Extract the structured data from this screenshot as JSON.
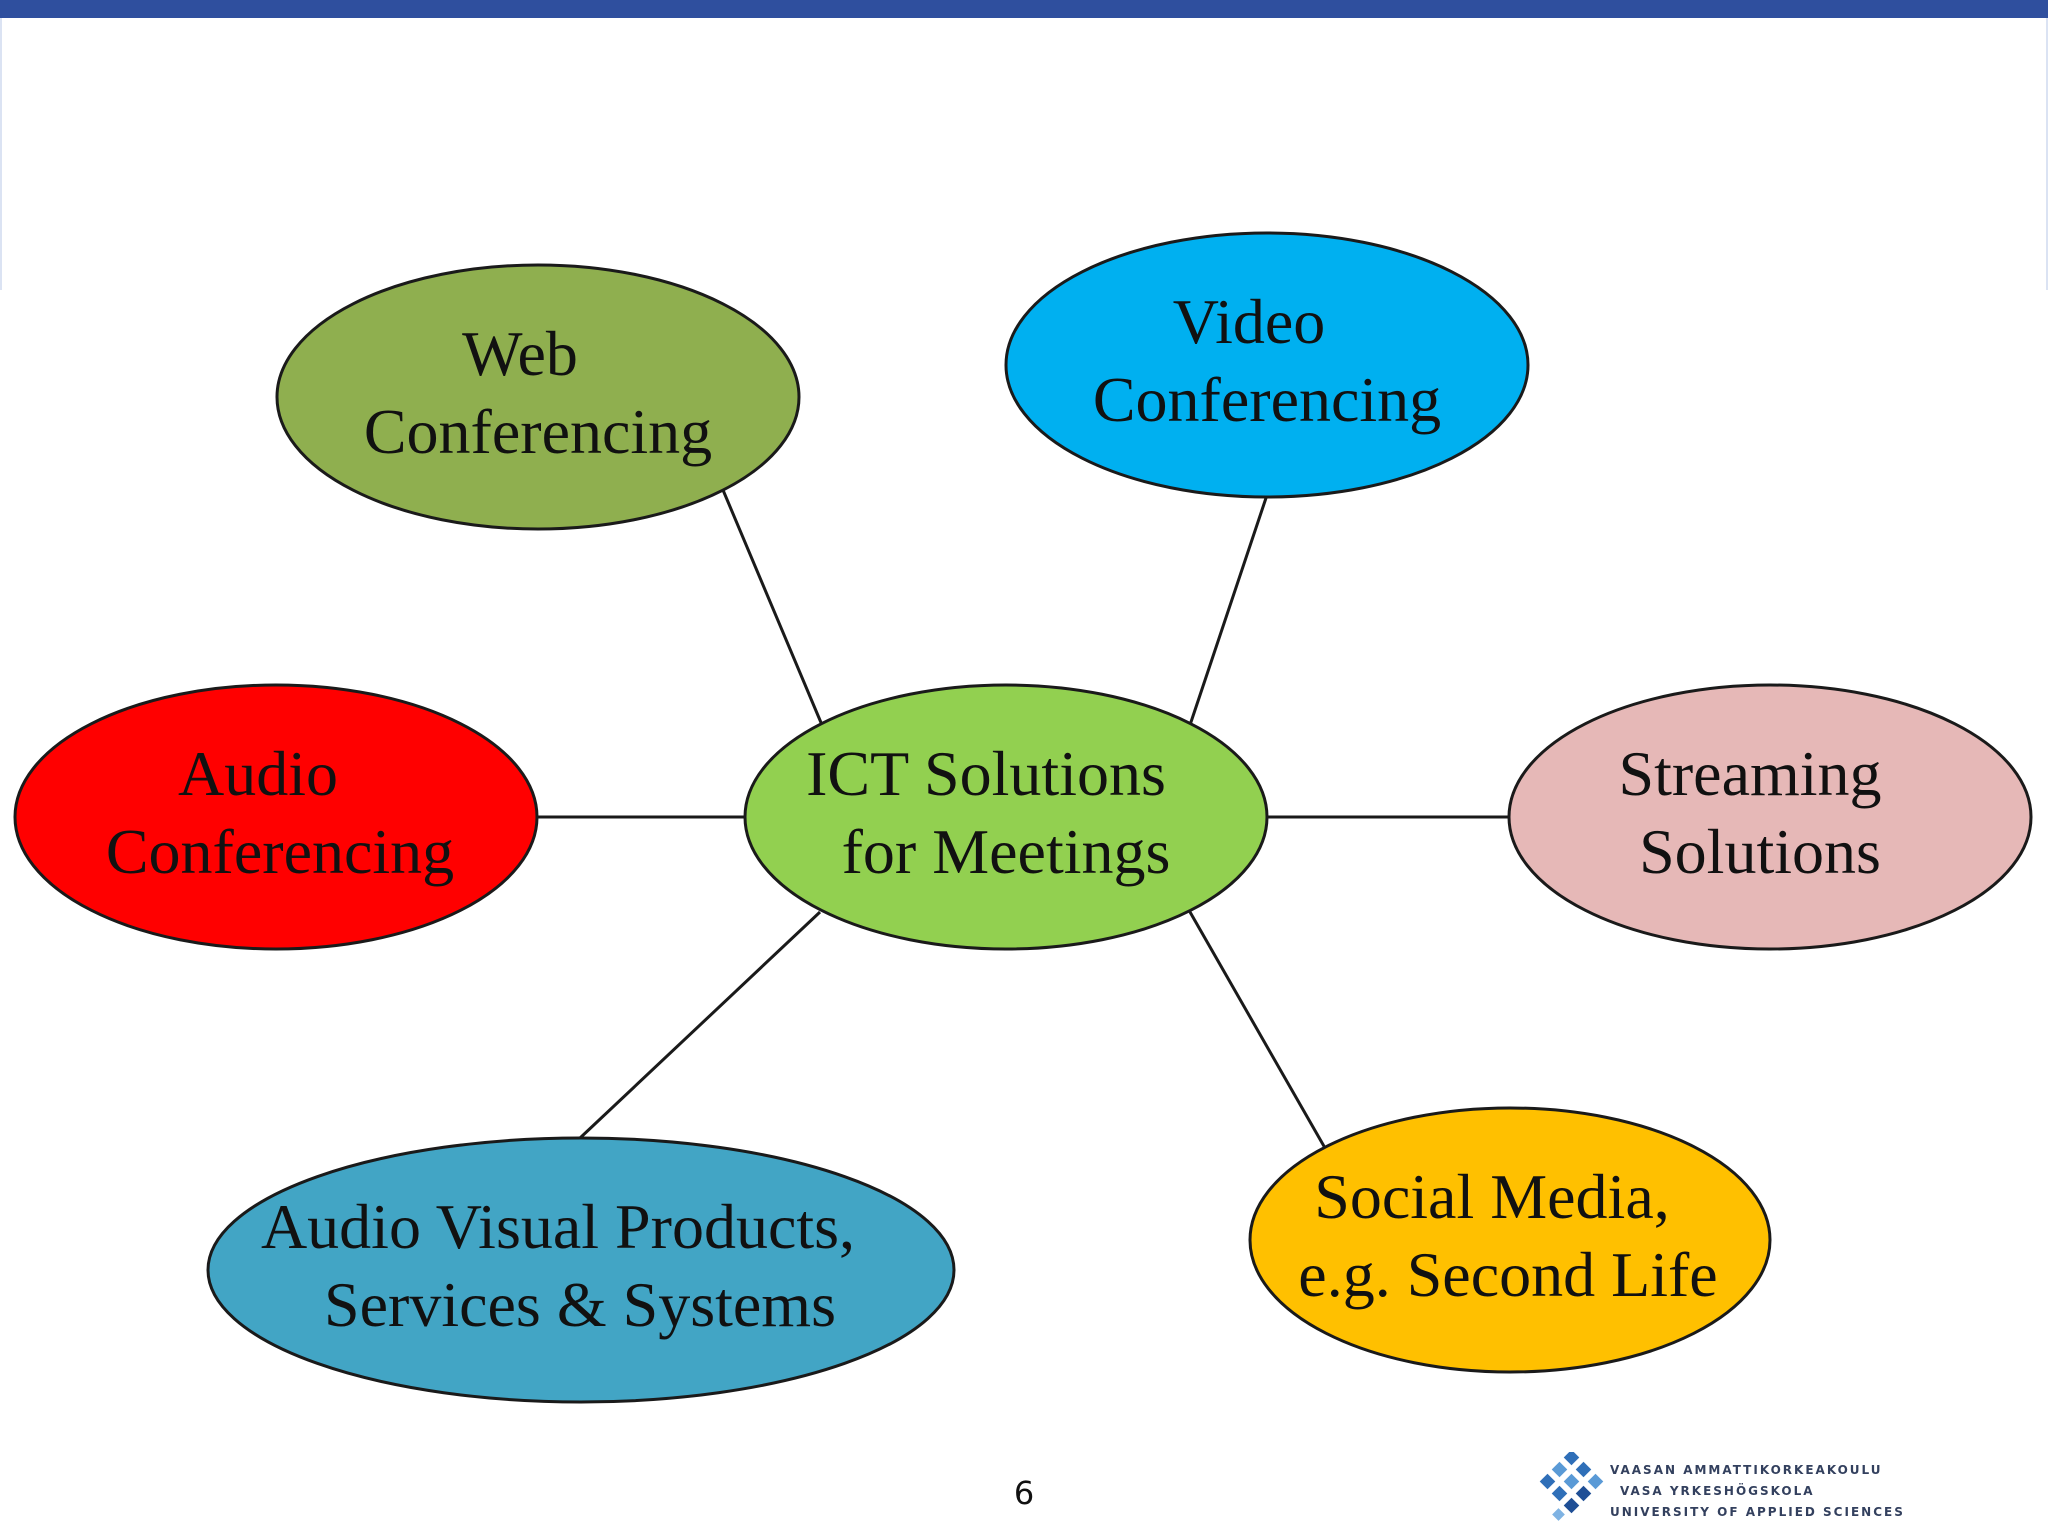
{
  "diagram": {
    "center": {
      "lines": [
        "ICT Solutions",
        "for Meetings"
      ],
      "color": "#92d050"
    },
    "nodes": [
      {
        "id": "web-conferencing",
        "lines": [
          "Web",
          "Conferencing"
        ],
        "color": "#8faf4f"
      },
      {
        "id": "video-conferencing",
        "lines": [
          "Video",
          "Conferencing"
        ],
        "color": "#00b0f0"
      },
      {
        "id": "audio-conferencing",
        "lines": [
          "Audio",
          "Conferencing"
        ],
        "color": "#ff0000"
      },
      {
        "id": "streaming-solutions",
        "lines": [
          "Streaming",
          "Solutions"
        ],
        "color": "#e6b8b7"
      },
      {
        "id": "audio-visual-products",
        "lines": [
          "Audio Visual Products,",
          "Services & Systems"
        ],
        "color": "#42a5c5"
      },
      {
        "id": "social-media",
        "lines": [
          "Social Media,",
          "e.g. Second Life"
        ],
        "color": "#ffc000"
      }
    ]
  },
  "footer": {
    "page_number": "6",
    "logo": {
      "lines": [
        "VAASAN AMMATTIKORKEAKOULU",
        "VASA YRKESHÖGSKOLA",
        "UNIVERSITY OF APPLIED SCIENCES"
      ]
    }
  },
  "colors": {
    "top_bar": "#2f4f9e",
    "connector": "#1a1a1a",
    "outline": "#1a1a1a"
  }
}
